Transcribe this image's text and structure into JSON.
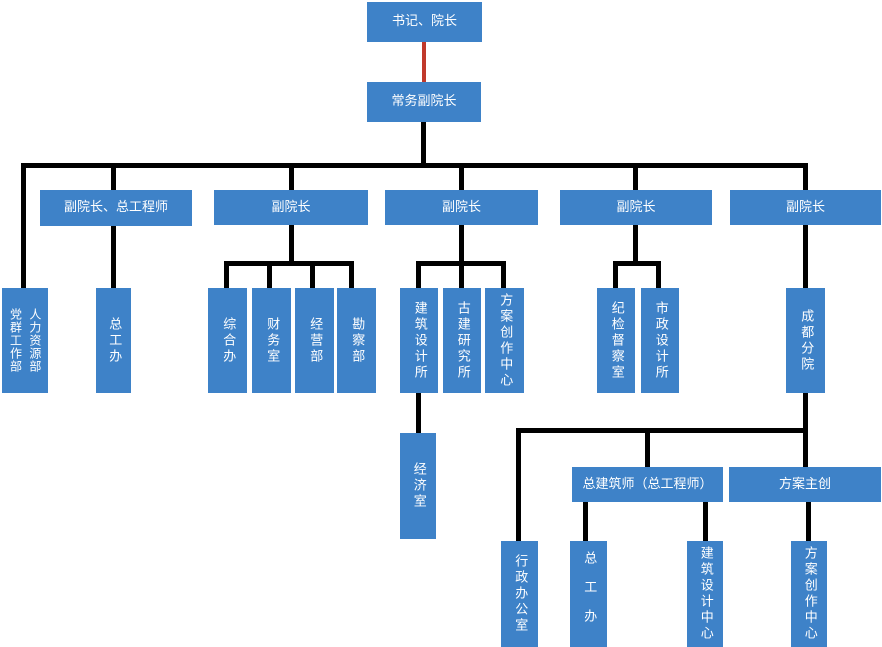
{
  "diagram": {
    "type": "org-chart",
    "background": "#FFFFFF",
    "colors": {
      "node_fill": "#3E82C8",
      "node_text": "#FFFFFF",
      "connector": "#000000",
      "top_connector_red": "#C0392B"
    },
    "nodes": {
      "secretary_dean": "书记、院长",
      "executive_vice_dean": "常务副院长",
      "vice_dean_chief_engineer": "副院长、总工程师",
      "vice_dean_1": "副院长",
      "vice_dean_2": "副院长",
      "vice_dean_3": "副院长",
      "vice_dean_4": "副院长",
      "party_mass_dept": "党群工作部",
      "hr_dept": "人力资源部",
      "chief_engineer_office": "总工办",
      "general_office": "综合办",
      "finance_office": "财务室",
      "operations_dept": "经营部",
      "survey_dept": "勘察部",
      "architecture_design_institute": "建筑设计所",
      "ancient_architecture_institute": "古建研究所",
      "scheme_creation_center": "方案创作中心",
      "economics_office": "经济室",
      "discipline_inspection_office": "纪检督察室",
      "municipal_design_institute": "市政设计所",
      "chengdu_branch": "成都分院",
      "admin_office": "行政办公室",
      "chief_architect": "总建筑师（总工程师）",
      "scheme_lead": "方案主创",
      "chief_engineer_office_chengdu": "总工办",
      "architecture_design_center": "建筑设计中心",
      "scheme_creation_center_chengdu": "方案创作中心"
    },
    "structure": {
      "red_edge": [
        "secretary_dean",
        "executive_vice_dean"
      ],
      "edges": [
        [
          "executive_vice_dean",
          "party_mass_dept + hr_dept"
        ],
        [
          "executive_vice_dean",
          "vice_dean_chief_engineer"
        ],
        [
          "executive_vice_dean",
          "vice_dean_1"
        ],
        [
          "executive_vice_dean",
          "vice_dean_2"
        ],
        [
          "executive_vice_dean",
          "vice_dean_3"
        ],
        [
          "executive_vice_dean",
          "vice_dean_4"
        ],
        [
          "vice_dean_chief_engineer",
          "chief_engineer_office"
        ],
        [
          "vice_dean_1",
          "general_office"
        ],
        [
          "vice_dean_1",
          "finance_office"
        ],
        [
          "vice_dean_1",
          "operations_dept"
        ],
        [
          "vice_dean_1",
          "survey_dept"
        ],
        [
          "vice_dean_2",
          "architecture_design_institute"
        ],
        [
          "vice_dean_2",
          "ancient_architecture_institute"
        ],
        [
          "vice_dean_2",
          "scheme_creation_center"
        ],
        [
          "architecture_design_institute",
          "economics_office"
        ],
        [
          "vice_dean_3",
          "discipline_inspection_office"
        ],
        [
          "vice_dean_3",
          "municipal_design_institute"
        ],
        [
          "vice_dean_4",
          "chengdu_branch"
        ],
        [
          "chengdu_branch",
          "admin_office"
        ],
        [
          "chengdu_branch",
          "chief_architect"
        ],
        [
          "chengdu_branch",
          "scheme_lead"
        ],
        [
          "chief_architect",
          "chief_engineer_office_chengdu"
        ],
        [
          "chief_architect",
          "architecture_design_center"
        ],
        [
          "scheme_lead",
          "scheme_creation_center_chengdu"
        ]
      ]
    }
  }
}
